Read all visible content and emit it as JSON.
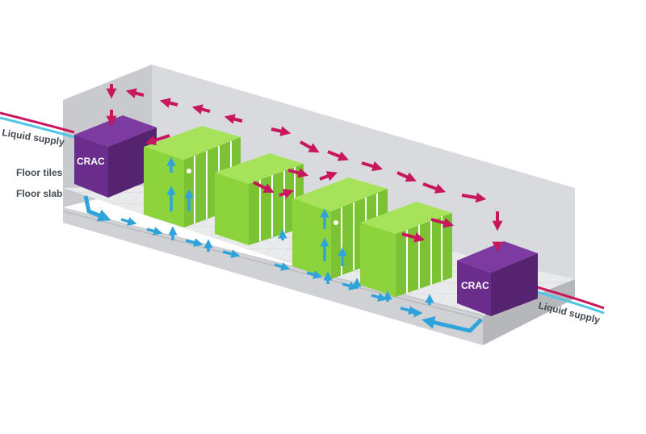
{
  "labels": {
    "liquid_supply_left": "Liquid supply",
    "liquid_supply_right": "Liquid supply",
    "floor_tiles": "Floor tiles",
    "floor_slab": "Floor slab",
    "crac_left": "CRAC",
    "crac_right": "CRAC"
  },
  "colors": {
    "wall": "#d6d7da",
    "wall_dark": "#b8babd",
    "floor_tile": "#e6e7ea",
    "floor_slab": "#c4c6c9",
    "rack_green": "#8dd43c",
    "rack_green_dark": "#6fb42a",
    "rack_green_light": "#a6e35a",
    "crac_purple": "#6a2d8c",
    "crac_purple_dark": "#4f1f6a",
    "hot_air": "#c8175d",
    "cold_air": "#2ea3dc",
    "pipe_red": "#c8175d",
    "pipe_blue": "#4fc6e6",
    "label_text": "#444a52"
  },
  "icons": [
    "hot-air-arrow-icon",
    "cold-air-arrow-icon",
    "supply-pipe-icon"
  ]
}
